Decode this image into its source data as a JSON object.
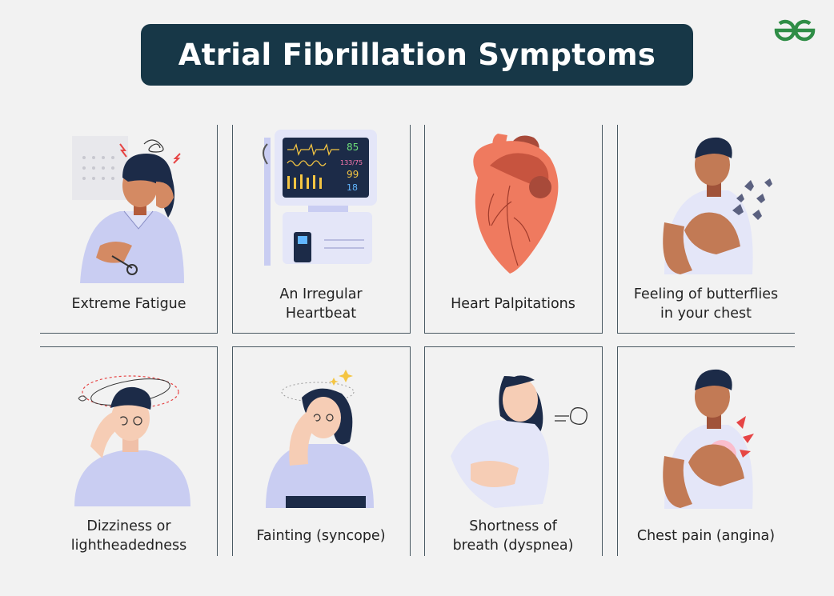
{
  "title": "Atrial Fibrillation Symptoms",
  "logo_icon": "geeksforgeeks-logo-icon",
  "brand_color": "#2f8d46",
  "header_bg": "#173747",
  "symptoms": [
    {
      "label_lines": [
        "Extreme Fatigue"
      ],
      "icon": "tired-man-icon"
    },
    {
      "label_lines": [
        "An Irregular",
        "Heartbeat"
      ],
      "icon": "heart-monitor-icon"
    },
    {
      "label_lines": [
        "Heart Palpitations"
      ],
      "icon": "heart-icon"
    },
    {
      "label_lines": [
        "Feeling of butterflies",
        "in your chest"
      ],
      "icon": "butterflies-chest-icon"
    },
    {
      "label_lines": [
        "Dizziness or",
        "lightheadedness"
      ],
      "icon": "dizzy-man-icon"
    },
    {
      "label_lines": [
        "Fainting (syncope)"
      ],
      "icon": "fainting-woman-icon"
    },
    {
      "label_lines": [
        "Shortness of",
        "breath (dyspnea)"
      ],
      "icon": "breathless-woman-icon"
    },
    {
      "label_lines": [
        "Chest pain (angina)"
      ],
      "icon": "chest-pain-man-icon"
    }
  ]
}
